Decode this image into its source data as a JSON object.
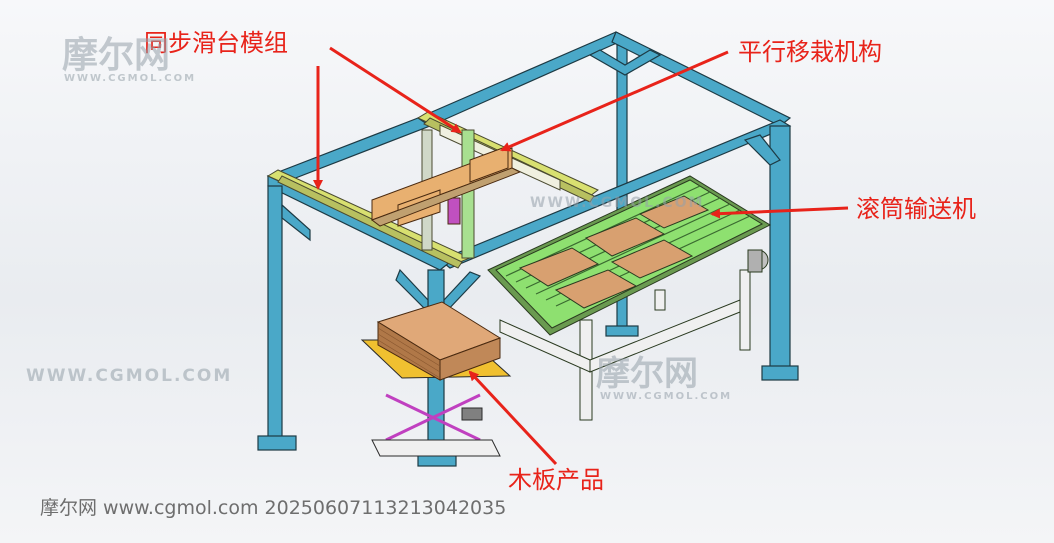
{
  "labels": {
    "sync_slide_module": "同步滑台模组",
    "parallel_transplant": "平行移栽机构",
    "roller_conveyor": "滚筒输送机",
    "wood_product": "木板产品"
  },
  "watermark": {
    "logo_text": "摩尔网",
    "logo_sub": "WWW.CGMOL.COM",
    "url_text": "WWW.CGMOL.COM"
  },
  "footer": {
    "caption": "摩尔网 www.cgmol.com 20250607113213042035"
  },
  "colors": {
    "frame": "#4aa8c8",
    "callout": "#e8231a",
    "rails": "#d8e070",
    "rollers": "#8ee070",
    "boards": "#d8a070"
  }
}
